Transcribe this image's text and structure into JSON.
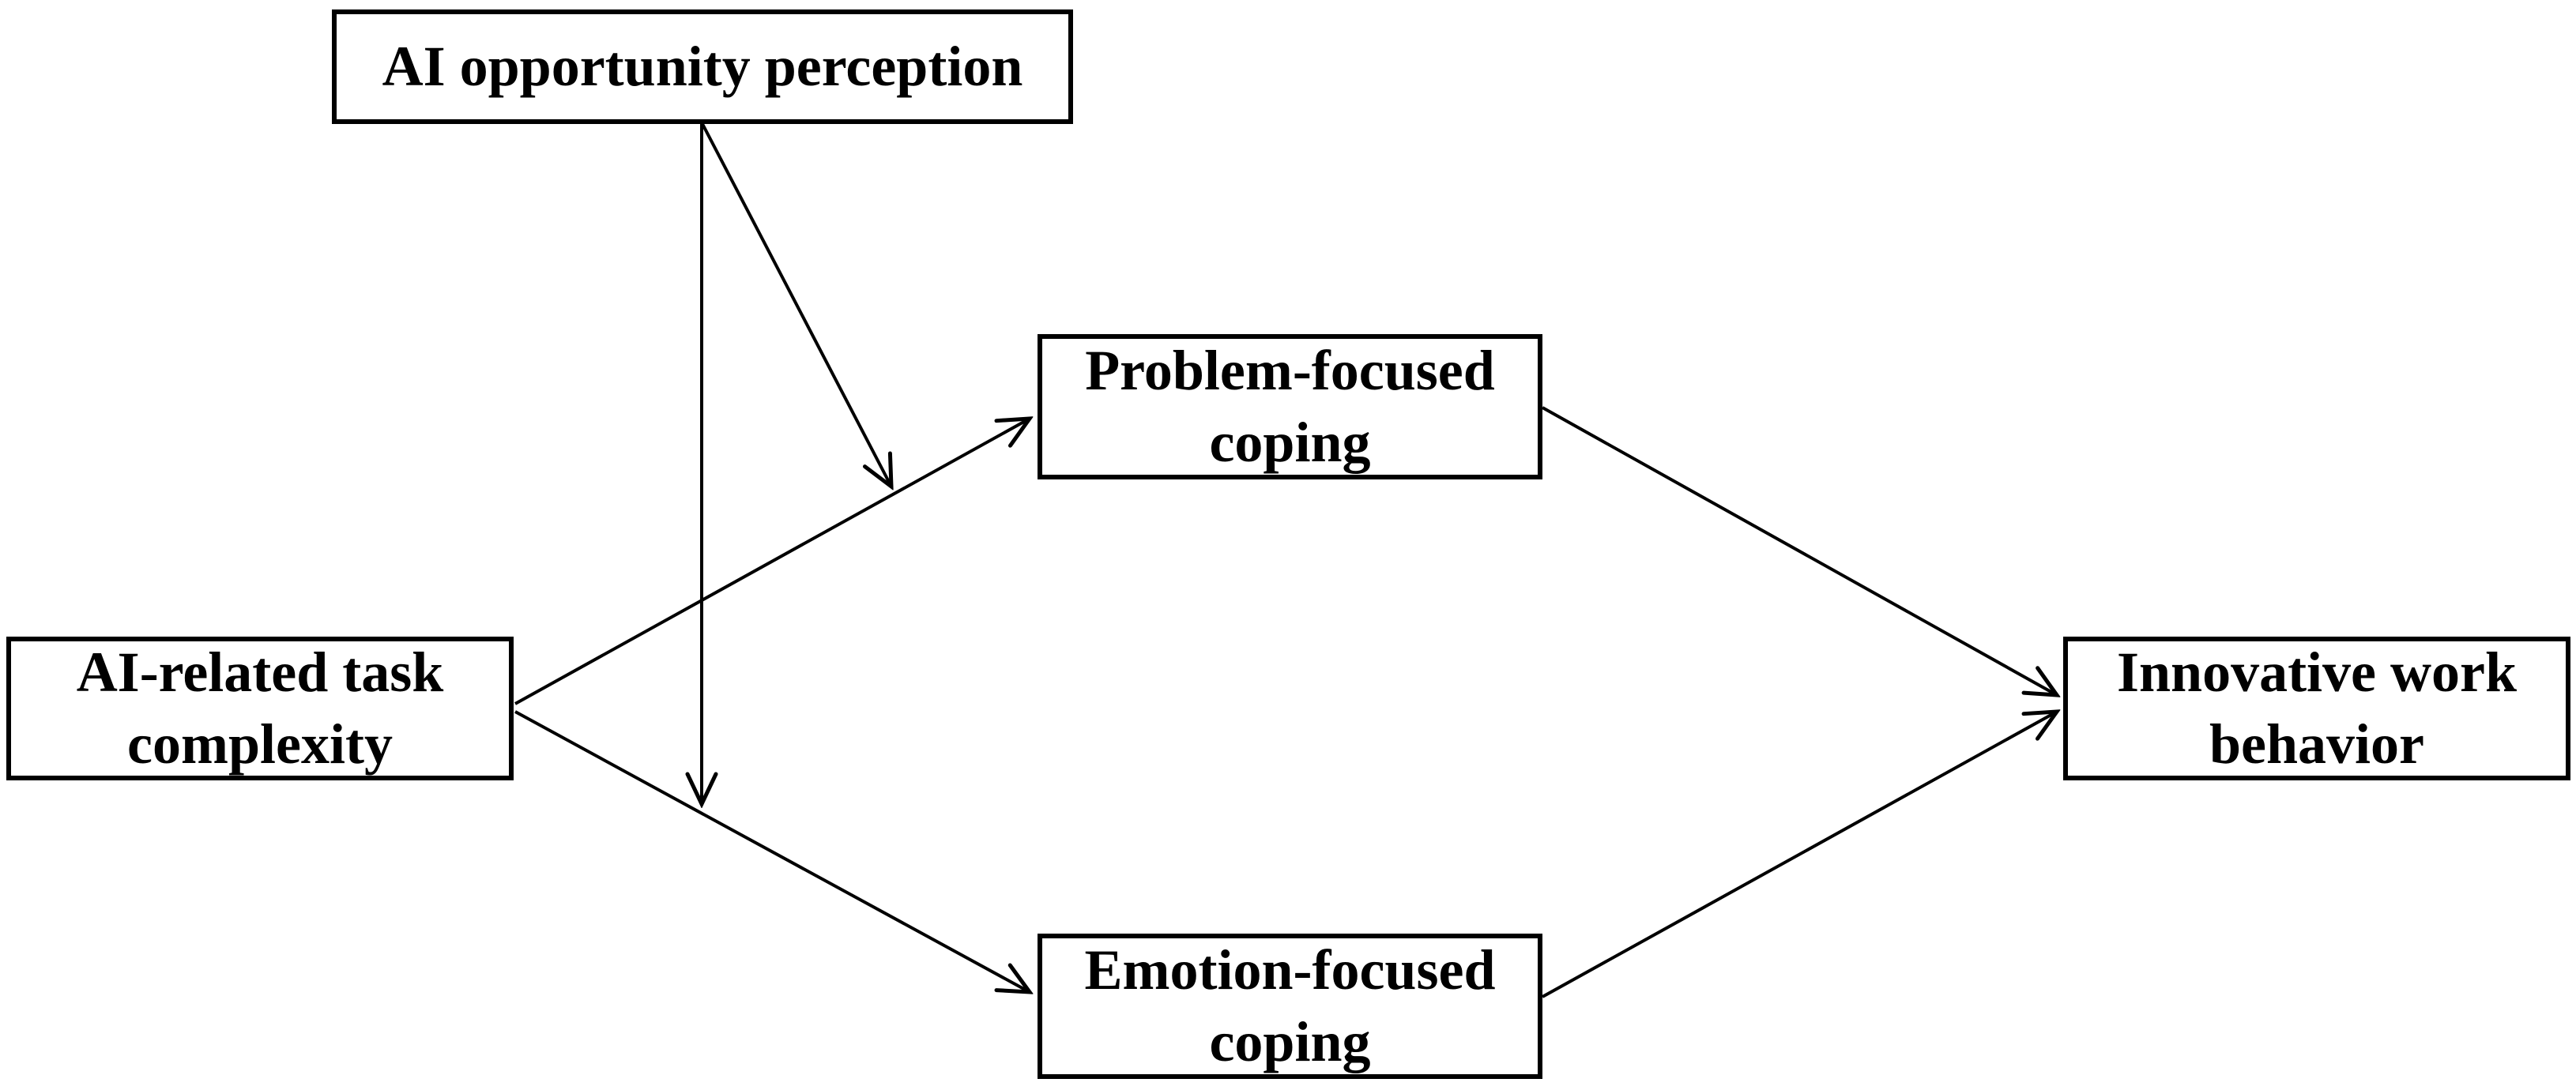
{
  "figure": {
    "type": "conceptual-model-diagram",
    "background_color": "#ffffff",
    "box_fill_color": "#ffffff",
    "box_border_color": "#000000",
    "arrow_color": "#000000",
    "text_color": "#000000",
    "nodes": {
      "ai_opportunity_perception": {
        "label": "AI opportunity perception"
      },
      "problem_focused_coping": {
        "label": "Problem-focused coping"
      },
      "ai_related_task_complexity": {
        "label": "AI-related task complexity"
      },
      "emotion_focused_coping": {
        "label": "Emotion-focused coping"
      },
      "innovative_work_behavior": {
        "label": "Innovative work behavior"
      }
    },
    "edges": [
      {
        "from": "ai_related_task_complexity",
        "to": "problem_focused_coping",
        "kind": "direct-path"
      },
      {
        "from": "ai_related_task_complexity",
        "to": "emotion_focused_coping",
        "kind": "direct-path"
      },
      {
        "from": "problem_focused_coping",
        "to": "innovative_work_behavior",
        "kind": "direct-path"
      },
      {
        "from": "emotion_focused_coping",
        "to": "innovative_work_behavior",
        "kind": "direct-path"
      },
      {
        "from": "ai_opportunity_perception",
        "to_path": "ai_related_task_complexity -> problem_focused_coping",
        "kind": "moderation"
      },
      {
        "from": "ai_opportunity_perception",
        "to_path": "ai_related_task_complexity -> emotion_focused_coping",
        "kind": "moderation"
      }
    ]
  }
}
